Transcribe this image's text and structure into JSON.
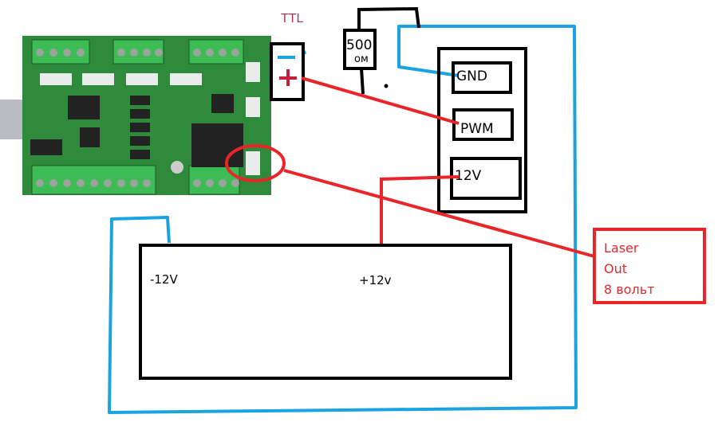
{
  "ttl": {
    "label": "TTL",
    "minus": "−",
    "plus": "+"
  },
  "resistor": {
    "value": "500",
    "unit": "ом"
  },
  "laser_module": {
    "pins": [
      "GND",
      "PWM",
      "12V"
    ]
  },
  "power_supply": {
    "negative": "-12V",
    "positive": "+12v"
  },
  "callout": {
    "lines": [
      "Laser",
      "Out",
      "8 вольт"
    ]
  },
  "colors": {
    "wire_blue": "#1aa3e0",
    "wire_red": "#e8262a",
    "outline": "#000000",
    "pcb_green": "#2f8a3c"
  }
}
